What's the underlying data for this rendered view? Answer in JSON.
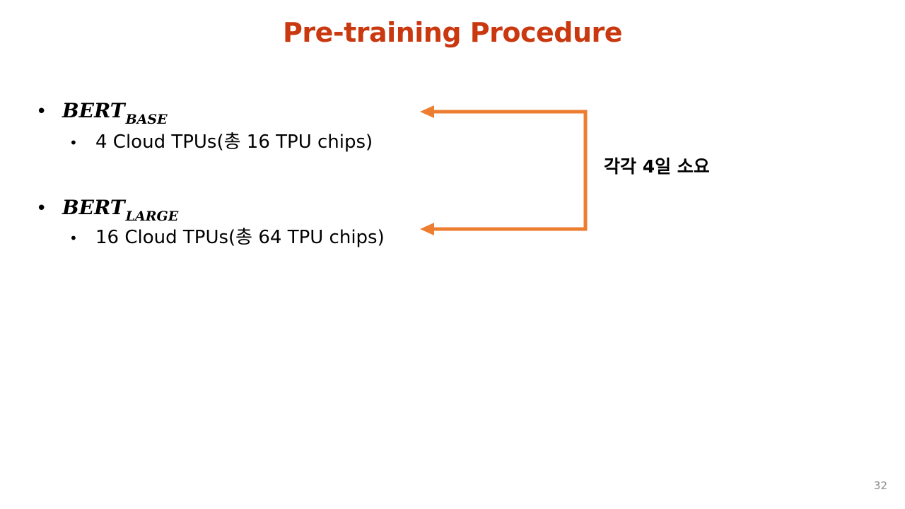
{
  "slide": {
    "title": "Pre-training Procedure",
    "page_number": "32"
  },
  "items": [
    {
      "model_main": "BERT",
      "model_sub": "BASE",
      "detail": "4 Cloud TPUs(총 16 TPU chips)"
    },
    {
      "model_main": "BERT",
      "model_sub": "LARGE",
      "detail": "16 Cloud TPUs(총 64 TPU chips)"
    }
  ],
  "bullet_glyph": "•",
  "annotation": {
    "text": "각각 4일 소요"
  },
  "colors": {
    "title": "#c9380f",
    "arrow": "#ed7d31"
  }
}
